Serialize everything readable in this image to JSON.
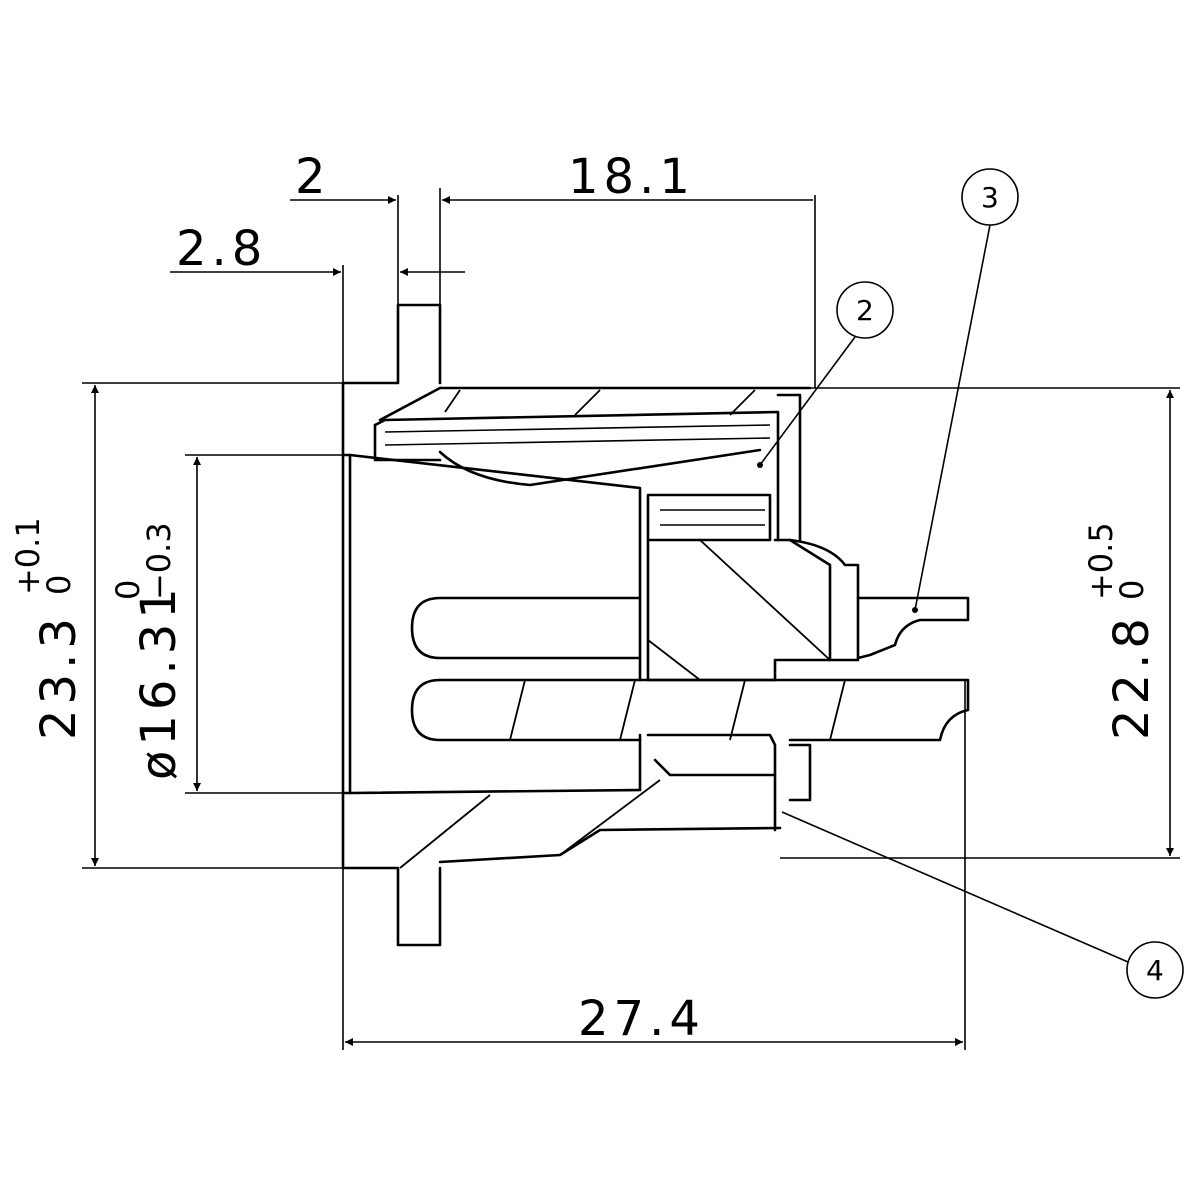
{
  "dimensions": {
    "d_2": "2",
    "d_18_1": "18.1",
    "d_2_8": "2.8",
    "d_27_4": "27.4",
    "d_23_3": {
      "base": "23.3",
      "upper": "+0.1",
      "lower": "0"
    },
    "d_16_31": {
      "base": "ø16.31",
      "upper": "0",
      "lower": "−0.3"
    },
    "d_22_8": {
      "base": "22.8",
      "upper": "+0.5",
      "lower": "0"
    }
  },
  "callouts": {
    "c2": "2",
    "c3": "3",
    "c4": "4"
  }
}
